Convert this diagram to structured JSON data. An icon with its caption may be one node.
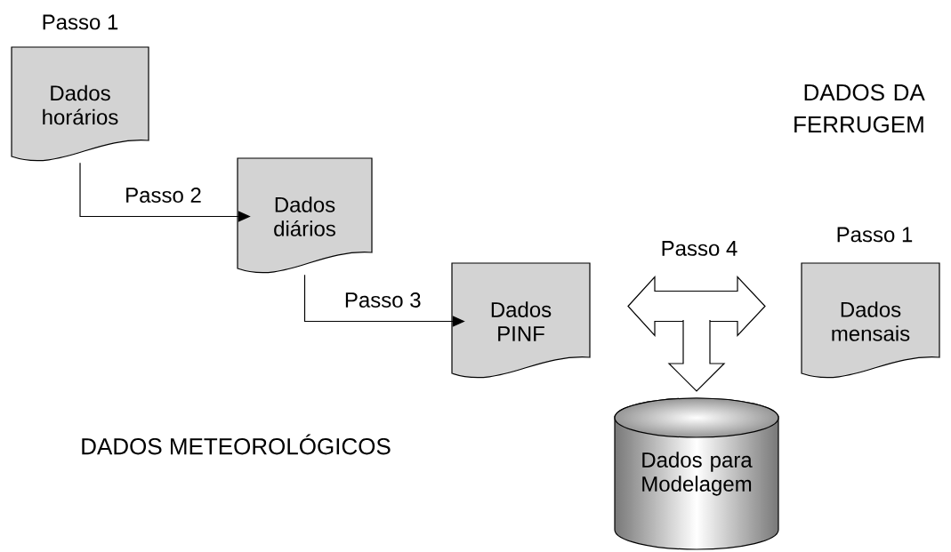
{
  "diagram": {
    "nodes": [
      {
        "text": [
          "Dados horários"
        ],
        "beside": [
          "Passo 1"
        ]
      },
      {
        "text": [
          "Dados diários"
        ]
      },
      {
        "text": [
          "Dados PINF"
        ]
      },
      {
        "text": [
          "Dados mensais"
        ],
        "beside": [
          "Passo 1"
        ]
      },
      {
        "text": [
          "Dados para Modelagem"
        ]
      }
    ],
    "edges": [
      {
        "from": 0,
        "to": 1,
        "arrow": "to",
        "label": "Passo 2"
      },
      {
        "from": 1,
        "to": 2,
        "arrow": "to",
        "label": "Passo 3"
      },
      {
        "from": 2,
        "to": 3,
        "arrow": "both",
        "label": "Passo 4"
      },
      {
        "from": null,
        "to": 4,
        "arrow": "to"
      }
    ],
    "labels": [
      "DADOS DA FERRUGEM",
      "DADOS METEOROLÓGICOS"
    ]
  }
}
